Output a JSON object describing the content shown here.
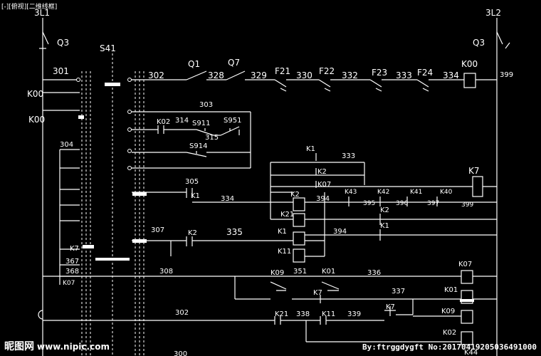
{
  "title_tab": "[-][俯视][二维线框]",
  "watermark": {
    "site": "昵图网",
    "url": "www.nipic.com",
    "id": "By:ftrggdygft No:20170419205036491000"
  },
  "labels": {
    "n3L1": "3L1",
    "n3L2": "3L2",
    "q3l": "Q3",
    "q3r": "Q3",
    "s41": "S41",
    "n301": "301",
    "n302": "302",
    "q1": "Q1",
    "q7": "Q7",
    "n328": "328",
    "n329": "329",
    "f21": "F21",
    "f22": "F22",
    "f23": "F23",
    "f24": "F24",
    "n330": "330",
    "n332": "332",
    "n333a": "333",
    "n334a": "334",
    "k00coil": "K00",
    "n399a": "399",
    "k00a": "K00",
    "k00b": "K00",
    "n303": "303",
    "k02a": "K02",
    "n314": "314",
    "s911": "S911",
    "s951": "S951",
    "n315": "315",
    "n304": "304",
    "s914": "S914",
    "k1top": "K1",
    "n333b": "333",
    "k2a": "K2",
    "k07a": "K07",
    "k7coil": "K7",
    "n305": "305",
    "k1a": "K1",
    "n334b": "334",
    "k2b": "K2",
    "n394a": "394",
    "k43": "K43",
    "k42": "K42",
    "k41": "K41",
    "k40": "K40",
    "n395": "395",
    "n396": "396",
    "n397": "397",
    "n399b": "399",
    "k21a": "K21",
    "k2c": "K2",
    "k1b": "K1",
    "n307": "307",
    "k2d": "K2",
    "n335": "335",
    "k1c": "K1",
    "n394b": "394",
    "k7a": "K7",
    "n367": "367",
    "n368": "368",
    "k07b": "K07",
    "k11a": "K11",
    "n308": "308",
    "k09a": "K09",
    "n351": "351",
    "k01a": "K01",
    "n336": "336",
    "k07coil": "K07",
    "k7b": "K7",
    "n337": "337",
    "k01coil": "K01",
    "n302b": "302",
    "k21b": "K21",
    "n338": "338",
    "k11b": "K11",
    "n339": "339",
    "k7c": "K7",
    "k09coil": "K09",
    "k02coil": "K02",
    "k44": "K44",
    "n300": "300"
  }
}
